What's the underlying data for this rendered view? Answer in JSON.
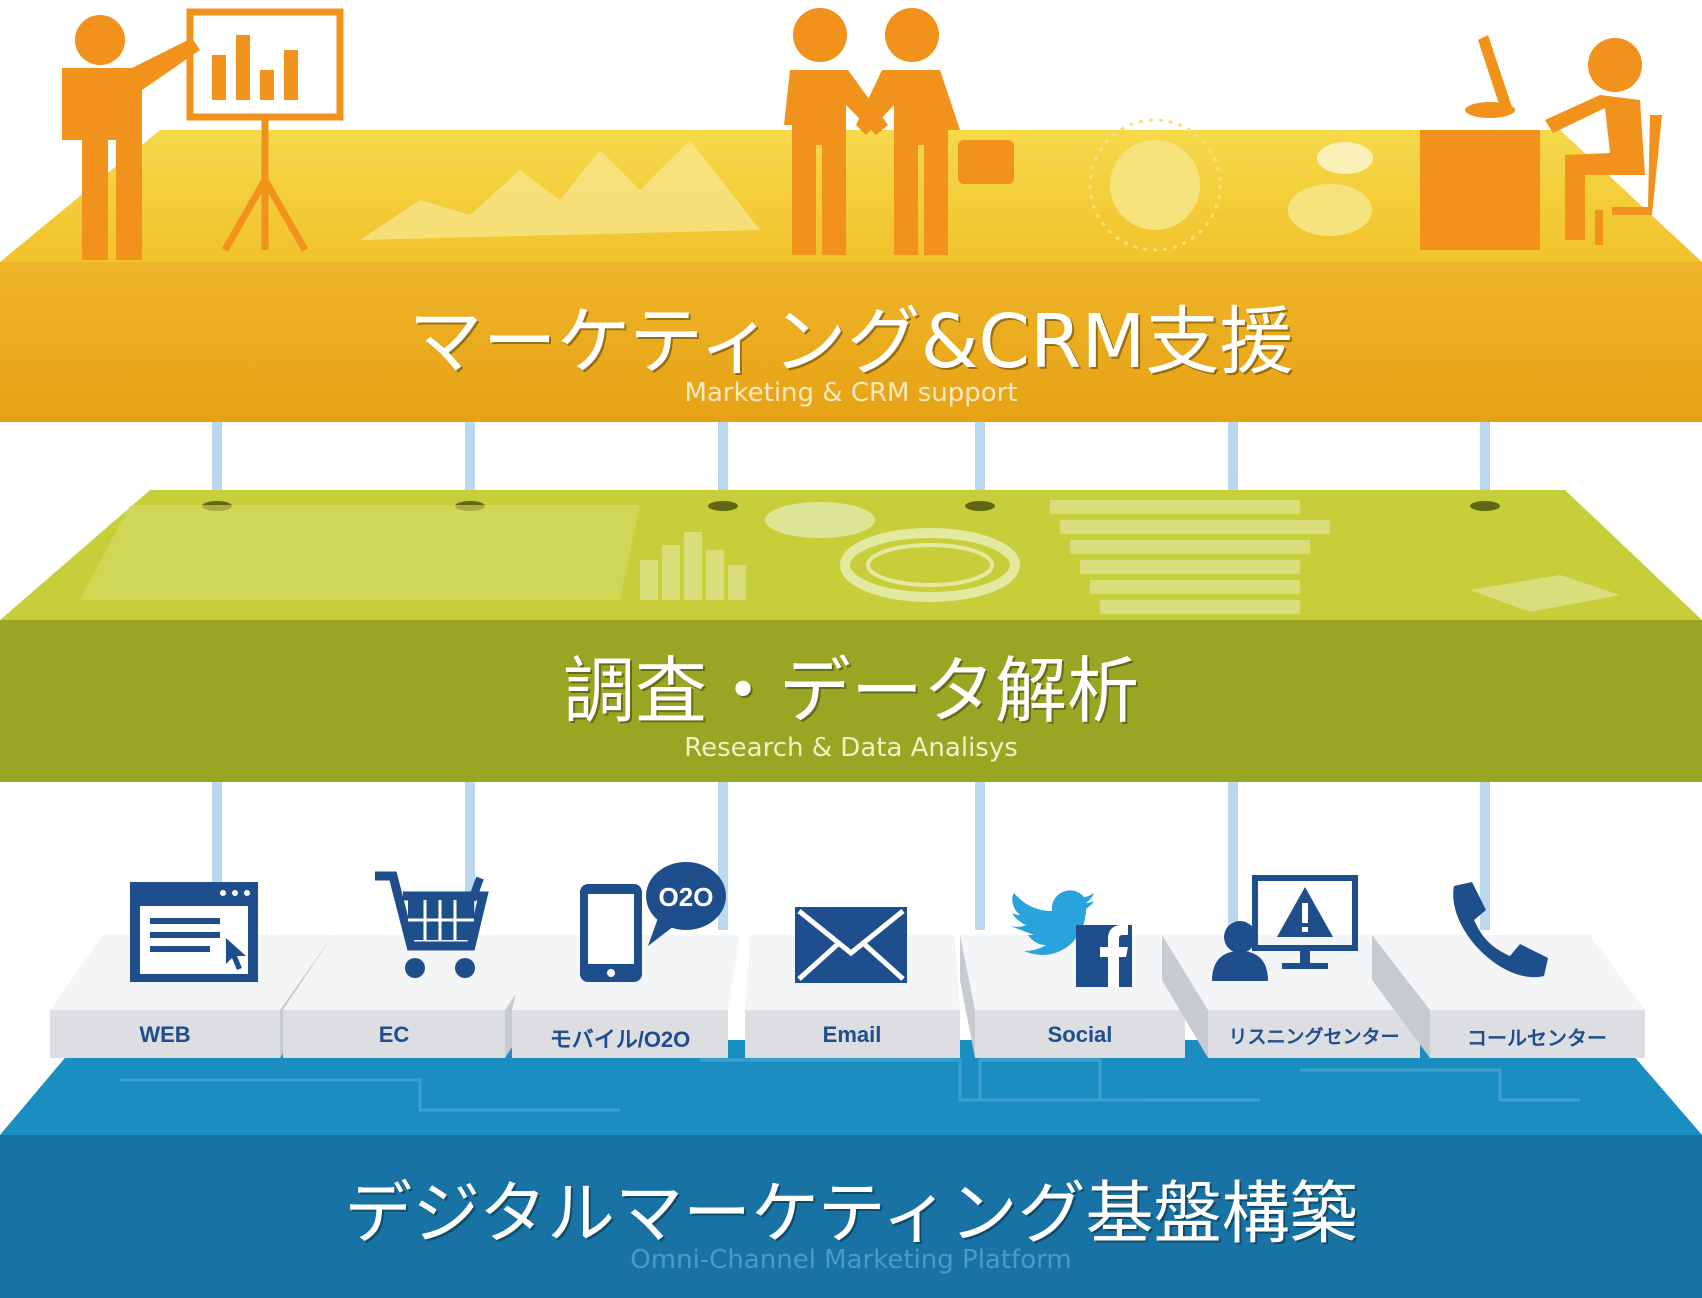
{
  "layers": {
    "marketing": {
      "title_jp": "マーケティング&CRM支援",
      "title_en": "Marketing & CRM support",
      "color": "#e8a317"
    },
    "research": {
      "title_jp": "調査・データ解析",
      "title_en": "Research & Data Analisys",
      "color": "#98a624"
    },
    "platform": {
      "title_jp": "デジタルマーケティング基盤構築",
      "title_en": "Omni-Channel Marketing Platform",
      "color": "#1a7aa6"
    }
  },
  "channels": [
    {
      "label": "WEB",
      "icon": "browser-window-icon"
    },
    {
      "label": "EC",
      "icon": "shopping-cart-icon"
    },
    {
      "label": "モバイル/O2O",
      "icon": "smartphone-o2o-icon",
      "badge": "O2O"
    },
    {
      "label": "Email",
      "icon": "envelope-icon"
    },
    {
      "label": "Social",
      "icon": "twitter-facebook-icon"
    },
    {
      "label": "リスニングセンター",
      "icon": "monitor-alert-icon"
    },
    {
      "label": "コールセンター",
      "icon": "phone-icon"
    }
  ],
  "colors": {
    "channel_icon": "#1f4e8c",
    "connector": "#b9d6ee",
    "twitter": "#2aa3dd",
    "pictogram": "#f0921b"
  }
}
